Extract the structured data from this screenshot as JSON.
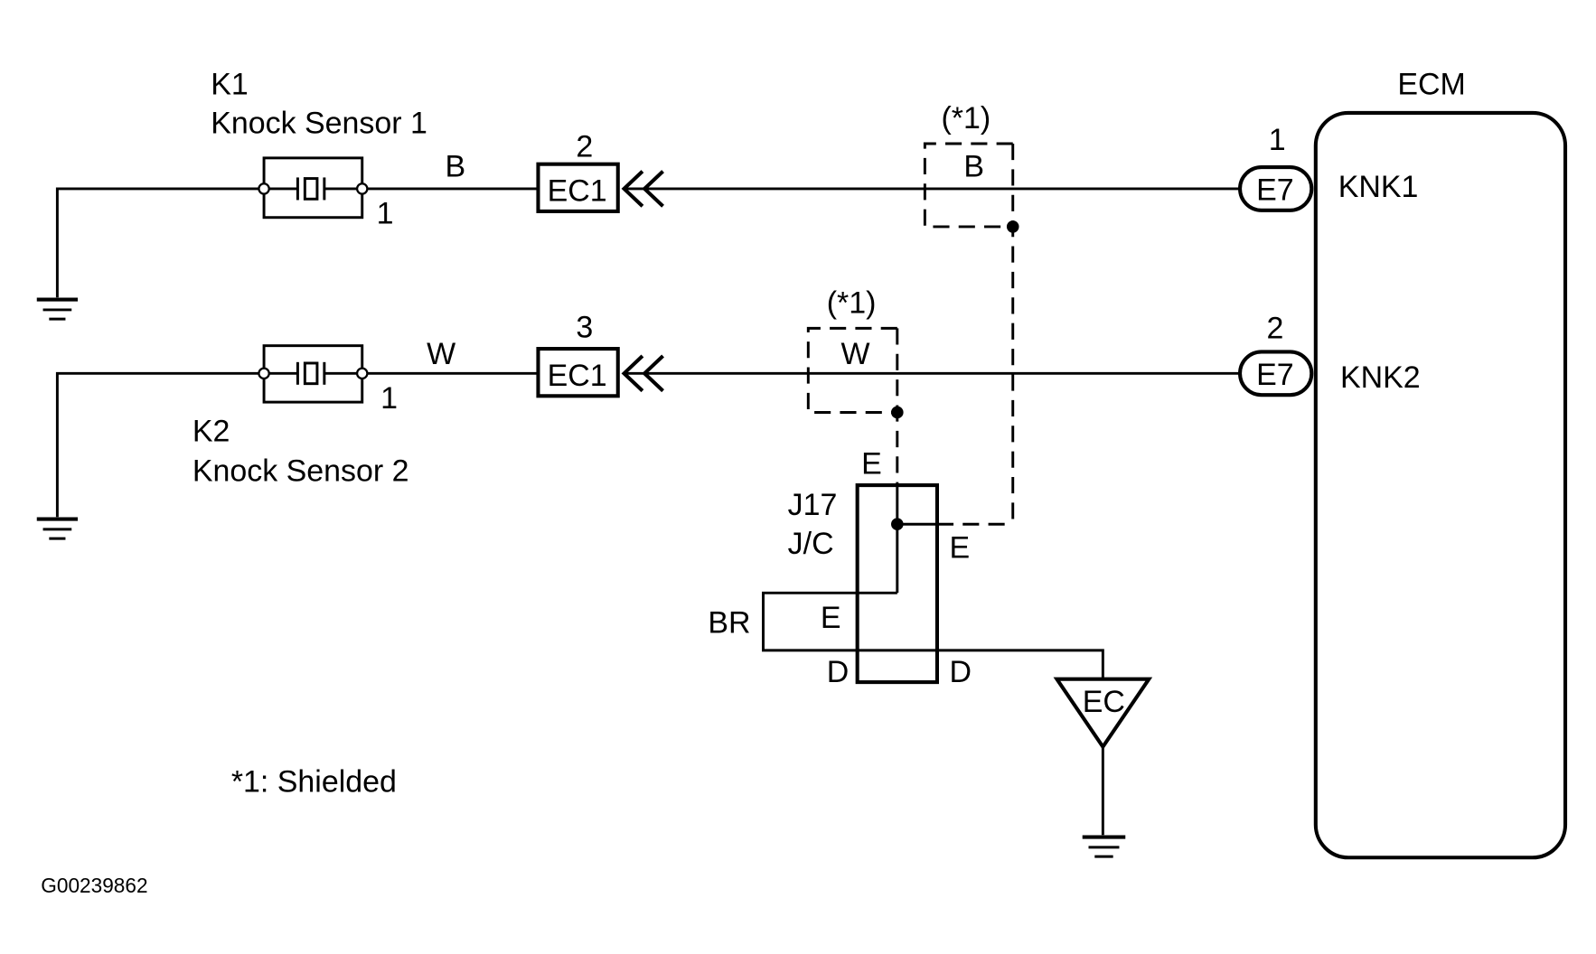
{
  "diagram": {
    "title_id": "G00239862",
    "footnote": "*1: Shielded",
    "ecm": {
      "label": "ECM",
      "pins": [
        {
          "connector": "E7",
          "pin_number": "1",
          "terminal": "KNK1"
        },
        {
          "connector": "E7",
          "pin_number": "2",
          "terminal": "KNK2"
        }
      ]
    },
    "sensors": [
      {
        "code": "K1",
        "name": "Knock Sensor 1",
        "pin": "1",
        "wire_color": "B",
        "connector": "EC1",
        "connector_pin": "2",
        "shield_label": "(*1)",
        "shield_wire": "B"
      },
      {
        "code": "K2",
        "name": "Knock Sensor 2",
        "pin": "1",
        "wire_color": "W",
        "connector": "EC1",
        "connector_pin": "3",
        "shield_label": "(*1)",
        "shield_wire": "W"
      }
    ],
    "junction": {
      "code": "J17",
      "type": "J/C",
      "terminals": {
        "top": "E",
        "right": "E",
        "inner": "E",
        "bottom_left": "D",
        "bottom_right": "D"
      },
      "wire_color": "BR"
    },
    "ground_point": "EC"
  }
}
